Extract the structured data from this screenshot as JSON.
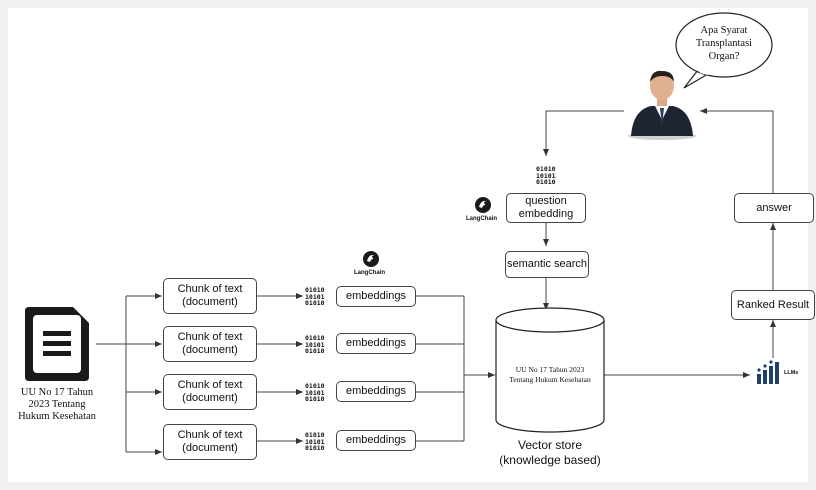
{
  "source_document": {
    "icon": "document-icon",
    "label_lines": [
      "UU No 17 Tahun",
      "2023 Tentang",
      "Hukum Kesehatan"
    ]
  },
  "chunks": [
    {
      "label": "Chunk of text\n(document)",
      "embedding_label": "embeddings"
    },
    {
      "label": "Chunk of text\n(document)",
      "embedding_label": "embeddings"
    },
    {
      "label": "Chunk of text\n(document)",
      "embedding_label": "embeddings"
    },
    {
      "label": "Chunk of text\n(document)",
      "embedding_label": "embeddings"
    }
  ],
  "binary_glyph": "01010\n10101\n01010",
  "langchain": {
    "label": "LangChain",
    "icon": "langchain-parrot-icon"
  },
  "user": {
    "icon": "businessman-avatar-icon",
    "question": "Apa Syarat\nTransplantasi\nOrgan?"
  },
  "question_embedding": {
    "label": "question\nembedding"
  },
  "semantic_search": {
    "label": "semantic search"
  },
  "vector_store": {
    "db_text_lines": [
      "UU No 17 Tahun 2023",
      "Tentang Hukum Kesehatan"
    ],
    "label": "Vector store\n(knowledge based)"
  },
  "llm": {
    "label": "LLMs",
    "icon": "llm-bar-chart-icon"
  },
  "ranked_result": {
    "label": "Ranked Result"
  },
  "answer": {
    "label": "answer"
  },
  "colors": {
    "stroke": "#444444",
    "dark": "#1a1a1a",
    "background": "#ffffff",
    "page": "#f1f1f1"
  }
}
